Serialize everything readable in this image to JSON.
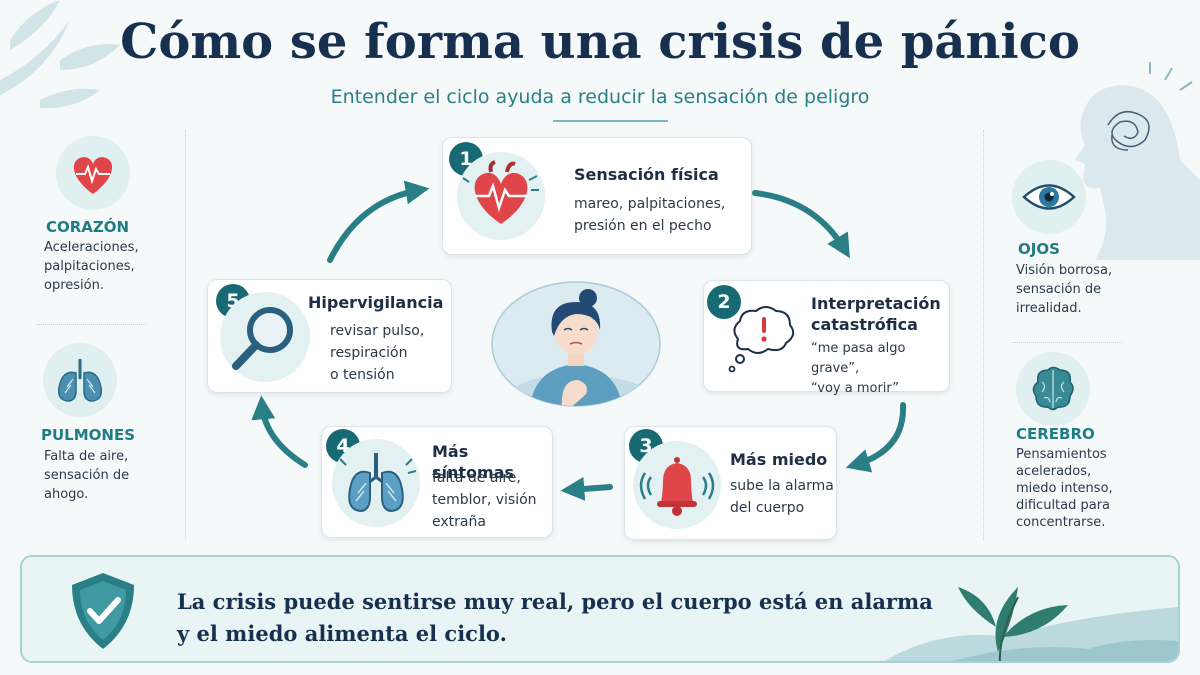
{
  "header": {
    "title": "Cómo se forma una crisis de pánico",
    "subtitle": "Entender el ciclo ayuda a reducir la sensación de peligro"
  },
  "left_panel": [
    {
      "title": "CORAZÓN",
      "lines": [
        "Aceleraciones,",
        "palpitaciones,",
        "opresión."
      ],
      "icon": "heart-icon"
    },
    {
      "title": "PULMONES",
      "lines": [
        "Falta de aire,",
        "sensación de",
        "ahogo."
      ],
      "icon": "lungs-icon"
    }
  ],
  "right_panel": [
    {
      "title": "OJOS",
      "lines": [
        "Visión borrosa,",
        "sensación de",
        "irrealidad."
      ],
      "icon": "eye-icon"
    },
    {
      "title": "CEREBRO",
      "lines": [
        "Pensamientos",
        "acelerados,",
        "miedo intenso,",
        "dificultad para",
        "concentrarse."
      ],
      "icon": "brain-icon"
    }
  ],
  "cycle": [
    {
      "number": "1",
      "title": [
        "Sensación física"
      ],
      "lines": [
        "mareo, palpitaciones,",
        "presión en el pecho"
      ],
      "icon": "heart-icon"
    },
    {
      "number": "2",
      "title": [
        "Interpretación",
        "catastrófica"
      ],
      "lines": [
        "“me pasa algo grave”,",
        "“voy a morir”"
      ],
      "icon": "thought-bubble-icon"
    },
    {
      "number": "3",
      "title": [
        "Más miedo"
      ],
      "lines": [
        "sube la alarma",
        "del cuerpo"
      ],
      "icon": "alarm-bell-icon"
    },
    {
      "number": "4",
      "title": [
        "Más síntomas"
      ],
      "lines": [
        "falta de aire,",
        "temblor, visión",
        "extraña"
      ],
      "icon": "lungs-icon"
    },
    {
      "number": "5",
      "title": [
        "Hipervigilancia"
      ],
      "lines": [
        "revisar pulso,",
        "respiración",
        "o tensión"
      ],
      "icon": "magnifier-icon"
    }
  ],
  "banner": {
    "lines": [
      "La crisis puede sentirse muy real, pero el cuerpo está en alarma",
      "y el miedo alimenta el ciclo."
    ],
    "icon": "shield-check-icon"
  },
  "colors": {
    "teal": "#176a74",
    "navy": "#17304f",
    "heart_red": "#e0454a",
    "accent_teal": "#2a7f86"
  }
}
